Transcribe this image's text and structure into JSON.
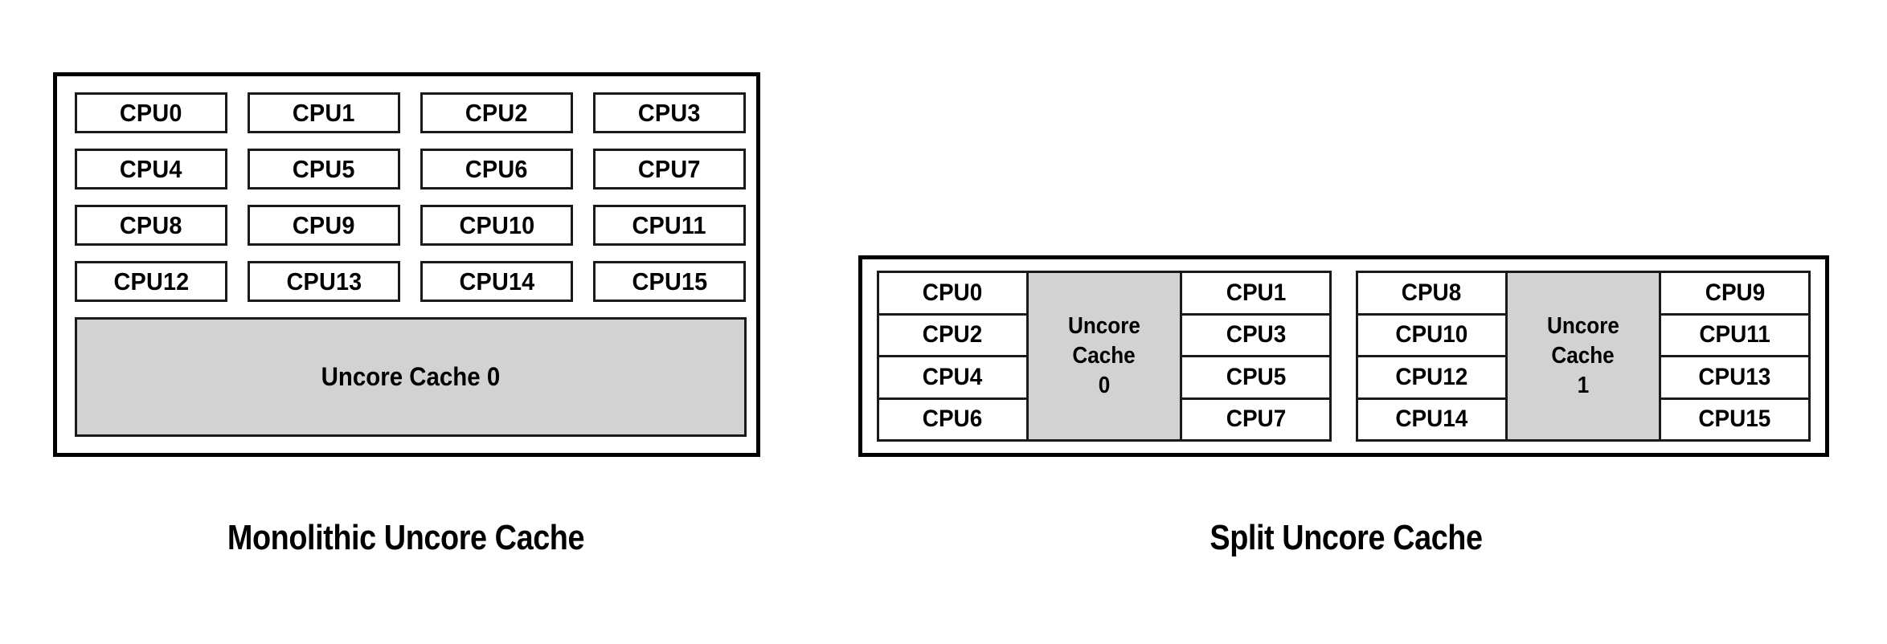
{
  "colors": {
    "cache_fill": "#d2d2d2",
    "border": "#000000",
    "cell_border": "#1a1a1a",
    "background": "#ffffff",
    "text": "#000000"
  },
  "monolithic": {
    "caption": "Monolithic Uncore Cache",
    "cpus": [
      "CPU0",
      "CPU1",
      "CPU2",
      "CPU3",
      "CPU4",
      "CPU5",
      "CPU6",
      "CPU7",
      "CPU8",
      "CPU9",
      "CPU10",
      "CPU11",
      "CPU12",
      "CPU13",
      "CPU14",
      "CPU15"
    ],
    "cache_label": "Uncore Cache 0"
  },
  "split": {
    "caption": "Split Uncore Cache",
    "clusters": [
      {
        "left_cpus": [
          "CPU0",
          "CPU2",
          "CPU4",
          "CPU6"
        ],
        "cache_lines": [
          "Uncore",
          "Cache",
          "0"
        ],
        "right_cpus": [
          "CPU1",
          "CPU3",
          "CPU5",
          "CPU7"
        ]
      },
      {
        "left_cpus": [
          "CPU8",
          "CPU10",
          "CPU12",
          "CPU14"
        ],
        "cache_lines": [
          "Uncore",
          "Cache",
          "1"
        ],
        "right_cpus": [
          "CPU9",
          "CPU11",
          "CPU13",
          "CPU15"
        ]
      }
    ]
  }
}
